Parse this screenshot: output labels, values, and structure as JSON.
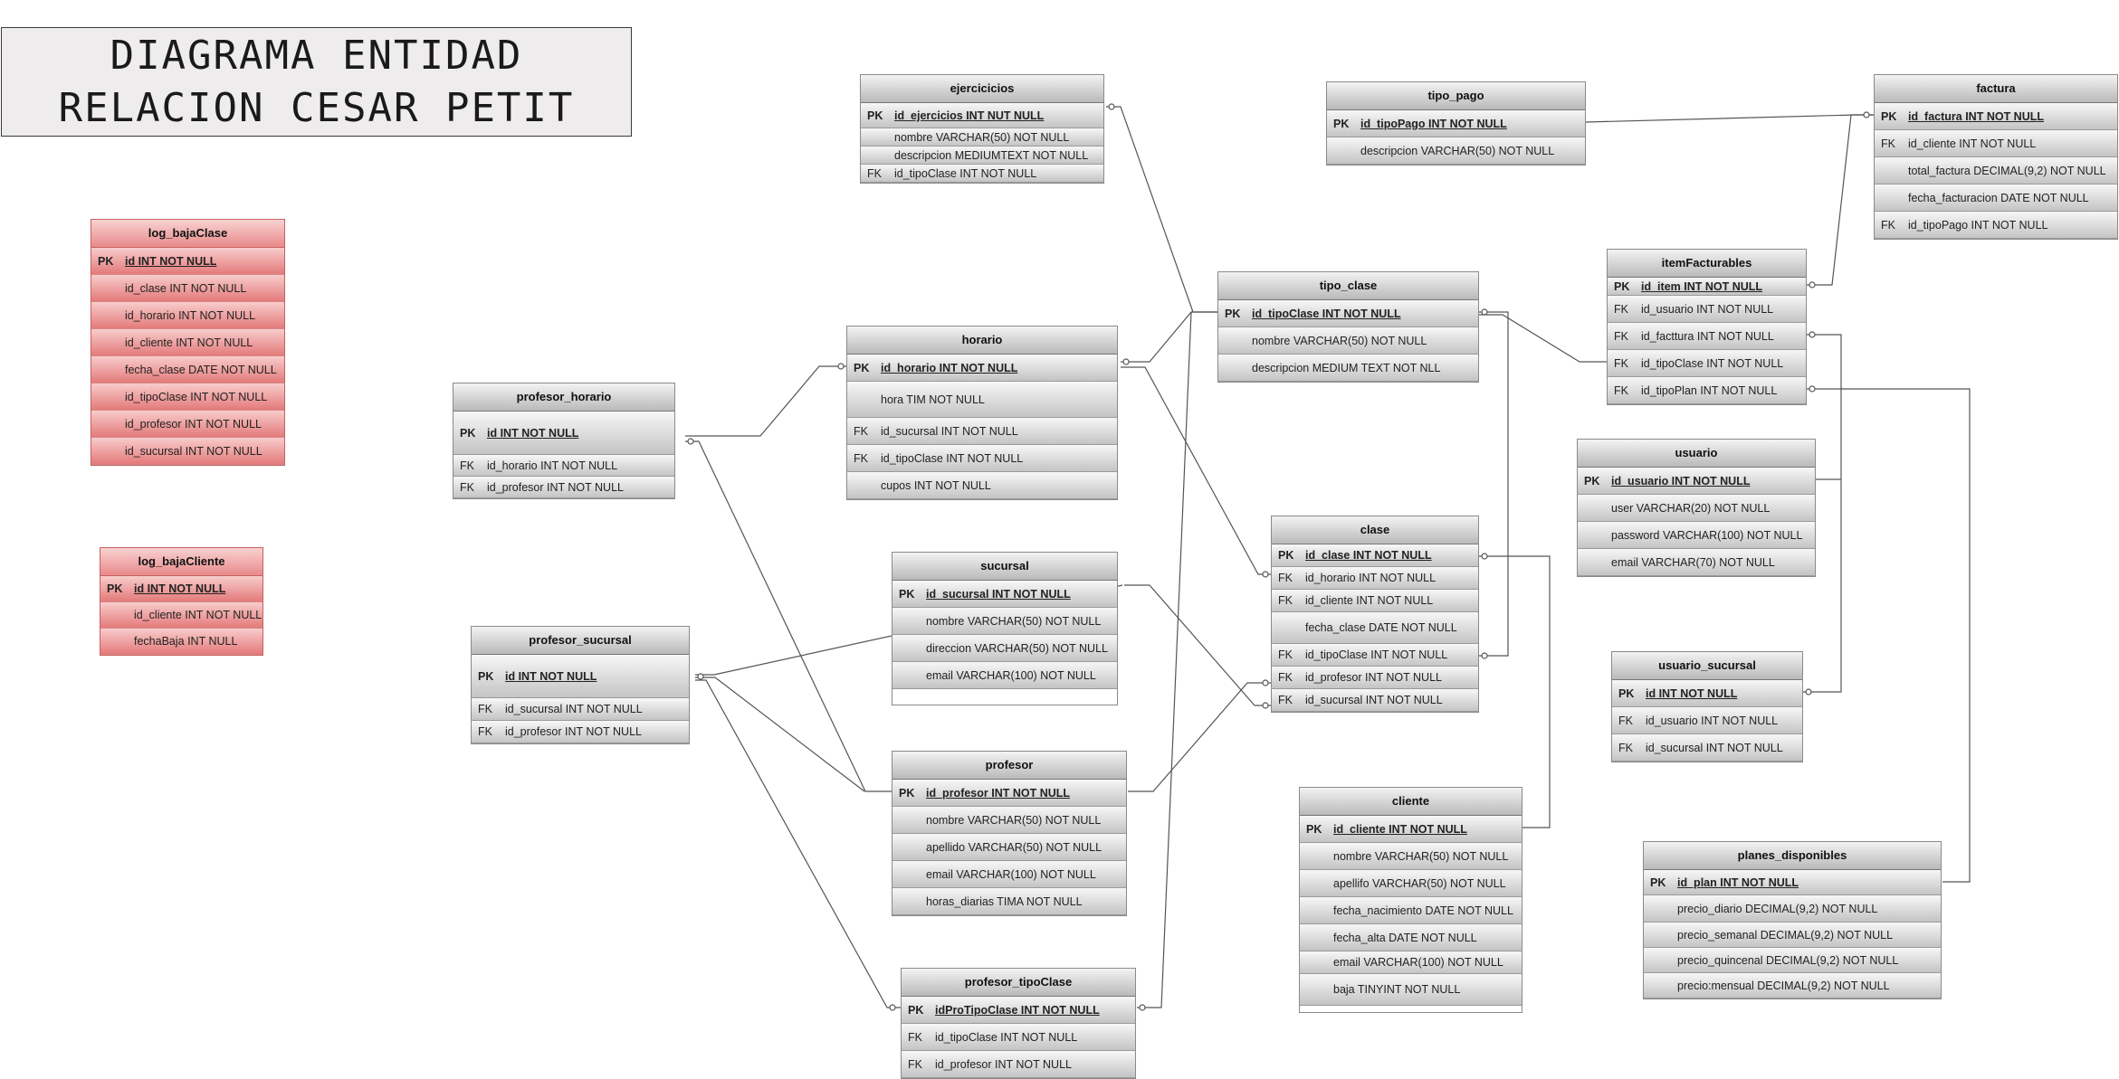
{
  "title": {
    "line1": "DIAGRAMA ENTIDAD",
    "line2": "RELACION CESAR PETIT"
  },
  "tables": {
    "log_bajaClase": {
      "name": "log_bajaClase",
      "rows": [
        {
          "key": "PK",
          "text": "id INT NOT NULL"
        },
        {
          "key": "",
          "text": "id_clase INT NOT NULL"
        },
        {
          "key": "",
          "text": "id_horario INT NOT NULL"
        },
        {
          "key": "",
          "text": "id_cliente INT NOT NULL"
        },
        {
          "key": "",
          "text": "fecha_clase DATE NOT NULL"
        },
        {
          "key": "",
          "text": "id_tipoClase INT NOT NULL"
        },
        {
          "key": "",
          "text": "id_profesor INT NOT NULL"
        },
        {
          "key": "",
          "text": "id_sucursal INT NOT NULL"
        }
      ]
    },
    "log_bajaCliente": {
      "name": "log_bajaCliente",
      "rows": [
        {
          "key": "PK",
          "text": "id INT NOT NULL"
        },
        {
          "key": "",
          "text": "id_cliente INT NOT NULL"
        },
        {
          "key": "",
          "text": "fechaBaja INT NULL"
        }
      ]
    },
    "profesor_horario": {
      "name": "profesor_horario",
      "rows": [
        {
          "key": "PK",
          "text": "id  INT NOT NULL"
        },
        {
          "key": "FK",
          "text": "id_horario INT NOT NULL"
        },
        {
          "key": "FK",
          "text": "id_profesor INT NOT NULL"
        }
      ]
    },
    "profesor_sucursal": {
      "name": "profesor_sucursal",
      "rows": [
        {
          "key": "PK",
          "text": "id  INT NOT NULL"
        },
        {
          "key": "FK",
          "text": "id_sucursal INT NOT NULL"
        },
        {
          "key": "FK",
          "text": "id_profesor INT NOT NULL"
        }
      ]
    },
    "ejercicios": {
      "name": "ejercicicios",
      "rows": [
        {
          "key": "PK",
          "text": "id_ejercicios INT NUT NULL"
        },
        {
          "key": "",
          "text": "nombre VARCHAR(50) NOT NULL"
        },
        {
          "key": "",
          "text": "descripcion  MEDIUMTEXT NOT NULL"
        },
        {
          "key": "FK",
          "text": "id_tipoClase INT NOT NULL"
        }
      ]
    },
    "horario": {
      "name": "horario",
      "rows": [
        {
          "key": "PK",
          "text": "id_horario INT NOT NULL"
        },
        {
          "key": "",
          "text": "hora TIM NOT NULL"
        },
        {
          "key": "FK",
          "text": "id_sucursal INT NOT NULL"
        },
        {
          "key": "FK",
          "text": "id_tipoClase INT NOT NULL"
        },
        {
          "key": "",
          "text": "cupos INT NOT NULL"
        }
      ]
    },
    "sucursal": {
      "name": "sucursal",
      "rows": [
        {
          "key": "PK",
          "text": "id_sucursal INT NOT NULL"
        },
        {
          "key": "",
          "text": "nombre VARCHAR(50) NOT NULL"
        },
        {
          "key": "",
          "text": "direccion VARCHAR(50) NOT NULL"
        },
        {
          "key": "",
          "text": "email VARCHAR(100) NOT NULL"
        }
      ]
    },
    "profesor": {
      "name": "profesor",
      "rows": [
        {
          "key": "PK",
          "text": "id_profesor  INT NOT NULL"
        },
        {
          "key": "",
          "text": "nombre VARCHAR(50) NOT NULL"
        },
        {
          "key": "",
          "text": "apellido VARCHAR(50) NOT NULL"
        },
        {
          "key": "",
          "text": "email VARCHAR(100) NOT NULL"
        },
        {
          "key": "",
          "text": "horas_diarias TIMA NOT NULL"
        }
      ]
    },
    "profesor_tipoClase": {
      "name": "profesor_tipoClase",
      "rows": [
        {
          "key": "PK",
          "text": "idProTipoClase INT NOT NULL"
        },
        {
          "key": "FK",
          "text": "id_tipoClase INT NOT NULL"
        },
        {
          "key": "FK",
          "text": "id_profesor INT NOT NULL"
        }
      ]
    },
    "tipo_pago": {
      "name": "tipo_pago",
      "rows": [
        {
          "key": "PK",
          "text": "id_tipoPago INT NOT NULL"
        },
        {
          "key": "",
          "text": "descripcion VARCHAR(50) NOT NULL"
        }
      ]
    },
    "tipo_clase": {
      "name": "tipo_clase",
      "rows": [
        {
          "key": "PK",
          "text": "id_tipoClase INT NOT NULL"
        },
        {
          "key": "",
          "text": "nombre VARCHAR(50) NOT NULL"
        },
        {
          "key": "",
          "text": "descripcion MEDIUM TEXT NOT NLL"
        }
      ]
    },
    "clase": {
      "name": "clase",
      "rows": [
        {
          "key": "PK",
          "text": "id_clase INT NOT NULL"
        },
        {
          "key": "FK",
          "text": "id_horario INT NOT NULL"
        },
        {
          "key": "FK",
          "text": "id_cliente INT NOT NULL"
        },
        {
          "key": "",
          "text": "fecha_clase DATE NOT NULL"
        },
        {
          "key": "FK",
          "text": "id_tipoClase INT NOT NULL"
        },
        {
          "key": "FK",
          "text": "id_profesor INT NOT NULL"
        },
        {
          "key": "FK",
          "text": "id_sucursal INT NOT NULL"
        }
      ]
    },
    "cliente": {
      "name": "cliente",
      "rows": [
        {
          "key": "PK",
          "text": "id_cliente INT NOT NULL"
        },
        {
          "key": "",
          "text": "nombre VARCHAR(50) NOT NULL"
        },
        {
          "key": "",
          "text": "apellifo VARCHAR(50) NOT NULL"
        },
        {
          "key": "",
          "text": "fecha_nacimiento DATE NOT NULL"
        },
        {
          "key": "",
          "text": "fecha_alta DATE NOT NULL"
        },
        {
          "key": "",
          "text": "email VARCHAR(100) NOT NULL"
        },
        {
          "key": "",
          "text": "baja TINYINT NOT NULL"
        }
      ]
    },
    "factura": {
      "name": "factura",
      "rows": [
        {
          "key": "PK",
          "text": "id_factura INT NOT NULL"
        },
        {
          "key": "FK",
          "text": "id_cliente INT NOT NULL"
        },
        {
          "key": "",
          "text": "total_factura DECIMAL(9,2) NOT NULL"
        },
        {
          "key": "",
          "text": "fecha_facturacion DATE NOT NULL"
        },
        {
          "key": "FK",
          "text": "id_tipoPago INT NOT NULL"
        }
      ]
    },
    "itemFacturables": {
      "name": "itemFacturables",
      "rows": [
        {
          "key": "PK",
          "text": "id_item INT NOT NULL"
        },
        {
          "key": "FK",
          "text": "id_usuario INT NOT NULL"
        },
        {
          "key": "FK",
          "text": "id_facttura INT NOT NULL"
        },
        {
          "key": "FK",
          "text": "id_tipoClase INT NOT NULL"
        },
        {
          "key": "FK",
          "text": "id_tipoPlan INT NOT NULL"
        }
      ]
    },
    "usuario": {
      "name": "usuario",
      "rows": [
        {
          "key": "PK",
          "text": "id_usuario INT NOT NULL"
        },
        {
          "key": "",
          "text": "user VARCHAR(20) NOT NULL"
        },
        {
          "key": "",
          "text": "password  VARCHAR(100) NOT NULL"
        },
        {
          "key": "",
          "text": "email VARCHAR(70) NOT NULL"
        }
      ]
    },
    "usuario_sucursal": {
      "name": "usuario_sucursal",
      "rows": [
        {
          "key": "PK",
          "text": "id INT NOT NULL"
        },
        {
          "key": "FK",
          "text": "id_usuario INT NOT NULL"
        },
        {
          "key": "FK",
          "text": "id_sucursal INT NOT NULL"
        }
      ]
    },
    "planes_disponibles": {
      "name": "planes_disponibles",
      "rows": [
        {
          "key": "PK",
          "text": "id_plan INT NOT NULL"
        },
        {
          "key": "",
          "text": "precio_diario DECIMAL(9,2) NOT NULL"
        },
        {
          "key": "",
          "text": "precio_semanal DECIMAL(9,2) NOT NULL"
        },
        {
          "key": "",
          "text": "precio_quincenal DECIMAL(9,2) NOT NULL"
        },
        {
          "key": "",
          "text": "precio:mensual DECIMAL(9,2) NOT NULL"
        }
      ]
    }
  },
  "colors": {
    "line": "#555555",
    "log_table": "#e98a8a",
    "table": "#c4c4c4"
  }
}
